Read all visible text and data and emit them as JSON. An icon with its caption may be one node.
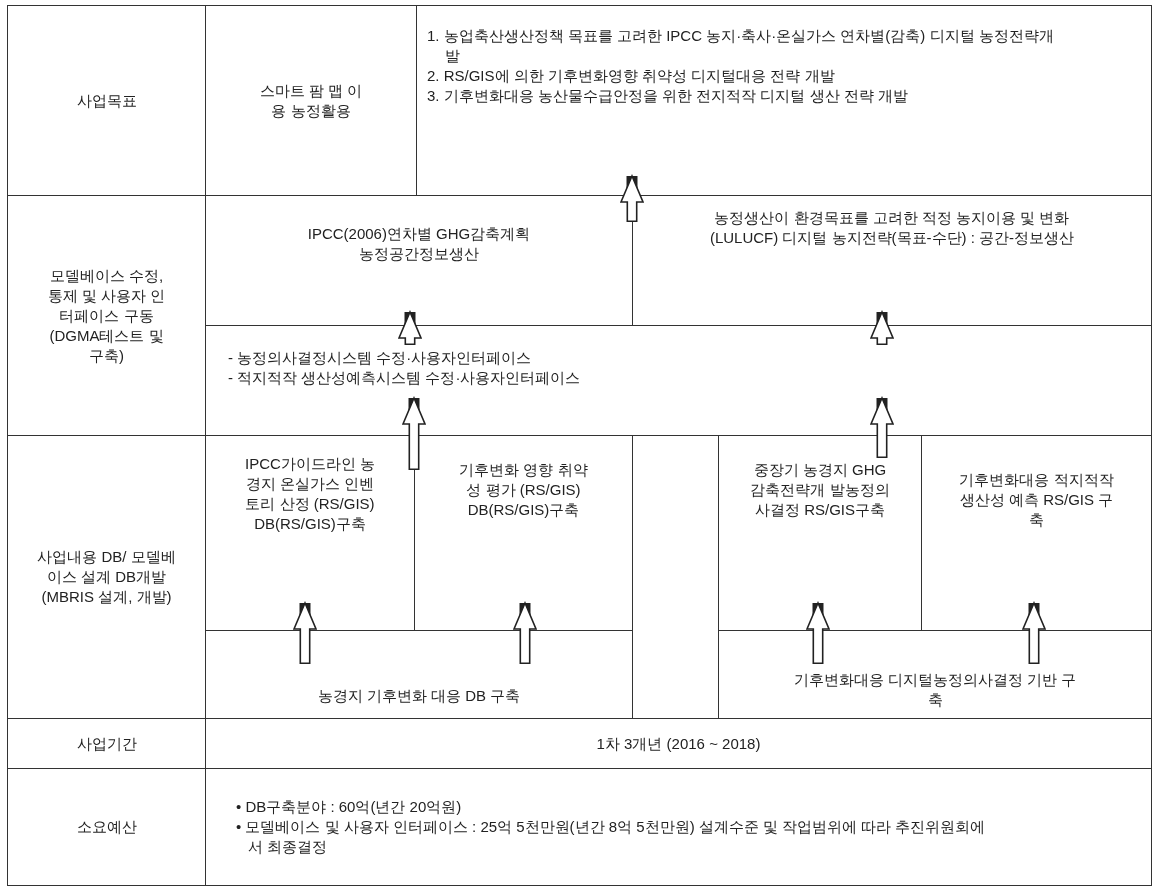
{
  "diagram": {
    "nodes": [
      {
        "text": [
          "사업목표"
        ]
      },
      {
        "text": [
          "스마트 팜 맵 이용 농정활용"
        ]
      },
      {
        "text": [
          "1. 농업축산생산정책 목표를 고려한 IPCC 농지·축사·온실가스 연차별(감축) 디지털 농정전략개발",
          "2. RS/GIS에 의한 기후변화영향 취약성 디지털대응 전략 개발",
          "3. 기후변화대응 농산물수급안정을 위한 전지적작 디지털 생산 전략 개발"
        ]
      },
      {
        "text": [
          "모델베이스 수정, 통제 및 사용자 인터페이스 구동 (DGMA테스트 및 구축)"
        ]
      },
      {
        "text": [
          "IPCC(2006)연차별 GHG감축계획 농정공간정보생산"
        ]
      },
      {
        "text": [
          "농정생산이 환경목표를 고려한 적정 농지이용 및 변화(LULUCF) 디지털 농지전략(목표-수단) : 공간-정보생산"
        ]
      },
      {
        "text": [
          "- 농정의사결정시스템 수정·사용자인터페이스",
          "- 적지적작 생산성예측시스템 수정·사용자인터페이스"
        ]
      },
      {
        "text": [
          "사업내용 DB/ 모델베이스 설계 DB개발 (MBRIS 설계, 개발)"
        ]
      },
      {
        "text": [
          "IPCC가이드라인 농경지 온실가스 인벤토리 산정 (RS/GIS) DB(RS/GIS)구축"
        ]
      },
      {
        "text": [
          "기후변화 영향 취약성 평가 (RS/GIS) DB(RS/GIS)구축"
        ]
      },
      {
        "text": [
          "중장기 농경지 GHG 감축전략개 발농정의사결정 RS/GIS구축"
        ]
      },
      {
        "text": [
          "기후변화대응 적지적작 생산성 예측 RS/GIS 구축"
        ]
      },
      {
        "text": [
          "농경지 기후변화 대응 DB 구축"
        ]
      },
      {
        "text": [
          "기후변화대응 디지털농정의사결정 기반 구축"
        ]
      },
      {
        "text": [
          "사업기간"
        ]
      },
      {
        "text": [
          "1차 3개년 (2016 ~ 2018)"
        ]
      },
      {
        "text": [
          "소요예산"
        ]
      },
      {
        "text": [
          "• DB구축분야 : 60억(년간 20억원)",
          "• 모델베이스 및 사용자 인터페이스 : 25억 5천만원(년간 8억 5천만원) 설계수준 및 작업범위에 따라 추진위원회에서 최종결정"
        ]
      }
    ],
    "edges": [
      {
        "from": 12,
        "to": 8,
        "arrow": "to"
      },
      {
        "from": 12,
        "to": 9,
        "arrow": "to"
      },
      {
        "from": 13,
        "to": 10,
        "arrow": "to"
      },
      {
        "from": 13,
        "to": 11,
        "arrow": "to"
      },
      {
        "from": 8,
        "to": 6,
        "arrow": "to"
      },
      {
        "from": 9,
        "to": 6,
        "arrow": "to"
      },
      {
        "from": 10,
        "to": 6,
        "arrow": "to"
      },
      {
        "from": 6,
        "to": 4,
        "arrow": "to"
      },
      {
        "from": 6,
        "to": 5,
        "arrow": "to"
      },
      {
        "from": 4,
        "to": 2,
        "arrow": "to"
      },
      {
        "from": 5,
        "to": 2,
        "arrow": "to"
      }
    ]
  }
}
